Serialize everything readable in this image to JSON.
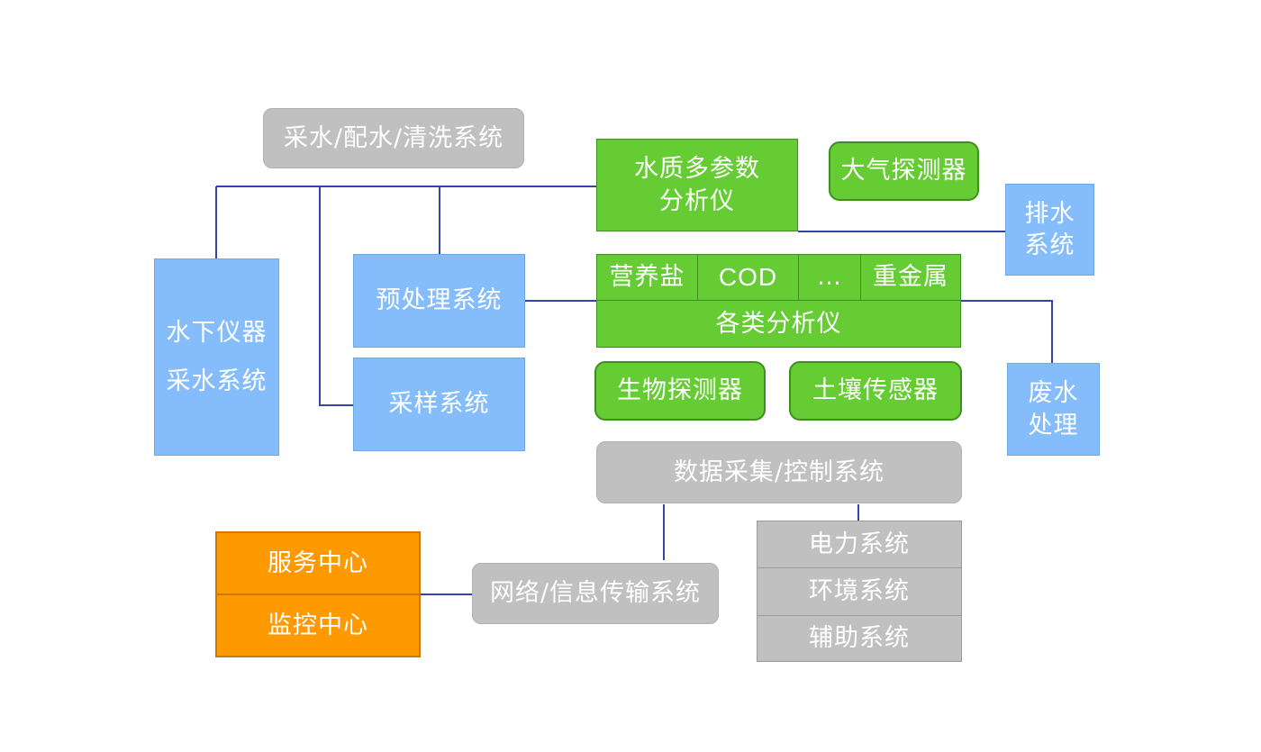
{
  "nodes": {
    "sampling_water_cleaning": "采水/配水/清洗系统",
    "water_quality_analyzer": [
      "水质多参数",
      "分析仪"
    ],
    "atmosphere_detector": "大气探测器",
    "drainage_system": [
      "排水",
      "系统"
    ],
    "underwater_sampling": [
      "水下仪器",
      "采水系统"
    ],
    "pretreatment_system": "预处理系统",
    "sampling_system": "采样系统",
    "nutrient_salt": "营养盐",
    "cod": "COD",
    "ellipsis": "…",
    "heavy_metal": "重金属",
    "analyzers_all": "各类分析仪",
    "bio_detector": "生物探测器",
    "soil_sensor": "土壤传感器",
    "wastewater_treatment": [
      "废水",
      "处理"
    ],
    "data_acquisition_control": "数据采集/控制系统",
    "power_system": "电力系统",
    "environment_system": "环境系统",
    "auxiliary_system": "辅助系统",
    "service_center": "服务中心",
    "monitoring_center": "监控中心",
    "network_transmission": "网络/信息传输系统"
  },
  "colors": {
    "gray": "#c0c0c0",
    "blue": "#85bdfc",
    "green": "#66cc33",
    "orange": "#ff9900",
    "connector": "#3344aa"
  }
}
